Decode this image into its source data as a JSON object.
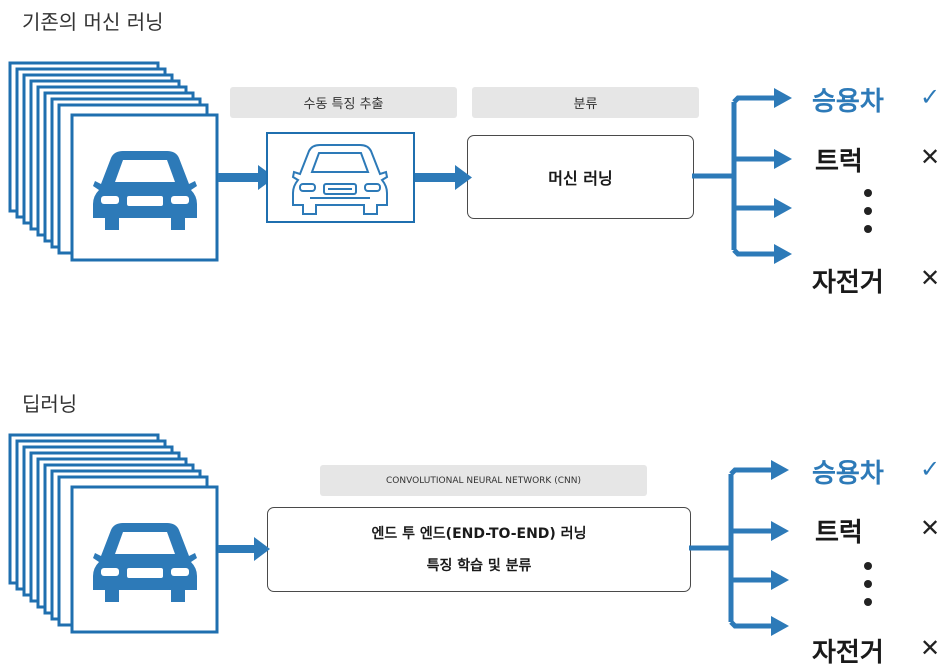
{
  "sections": {
    "traditional": {
      "title": "기존의 머신 러닝",
      "pill_feature": "수동 특징 추출",
      "pill_classify": "분류",
      "box_label": "머신 러닝"
    },
    "deep": {
      "title": "딥러닝",
      "pill_cnn": "CONVOLUTIONAL NEURAL NETWORK (CNN)",
      "box_line1": "엔드 투 엔드(END-TO-END) 러닝",
      "box_line2": "특징 학습 및 분류"
    }
  },
  "outputs": [
    {
      "label": "승용차",
      "mark": "✓",
      "correct": true
    },
    {
      "label": "트럭",
      "mark": "✕",
      "correct": false
    },
    {
      "label": "",
      "mark": "",
      "ellipsis": true
    },
    {
      "label": "자전거",
      "mark": "✕",
      "correct": false
    }
  ],
  "colors": {
    "accent": "#2d7ab8",
    "frame": "#1f6faf",
    "pill": "#e6e6e6",
    "dark": "#222222"
  },
  "icons": [
    "car-front-icon",
    "car-outline-icon",
    "arrow-right-icon",
    "check-icon",
    "cross-icon"
  ]
}
